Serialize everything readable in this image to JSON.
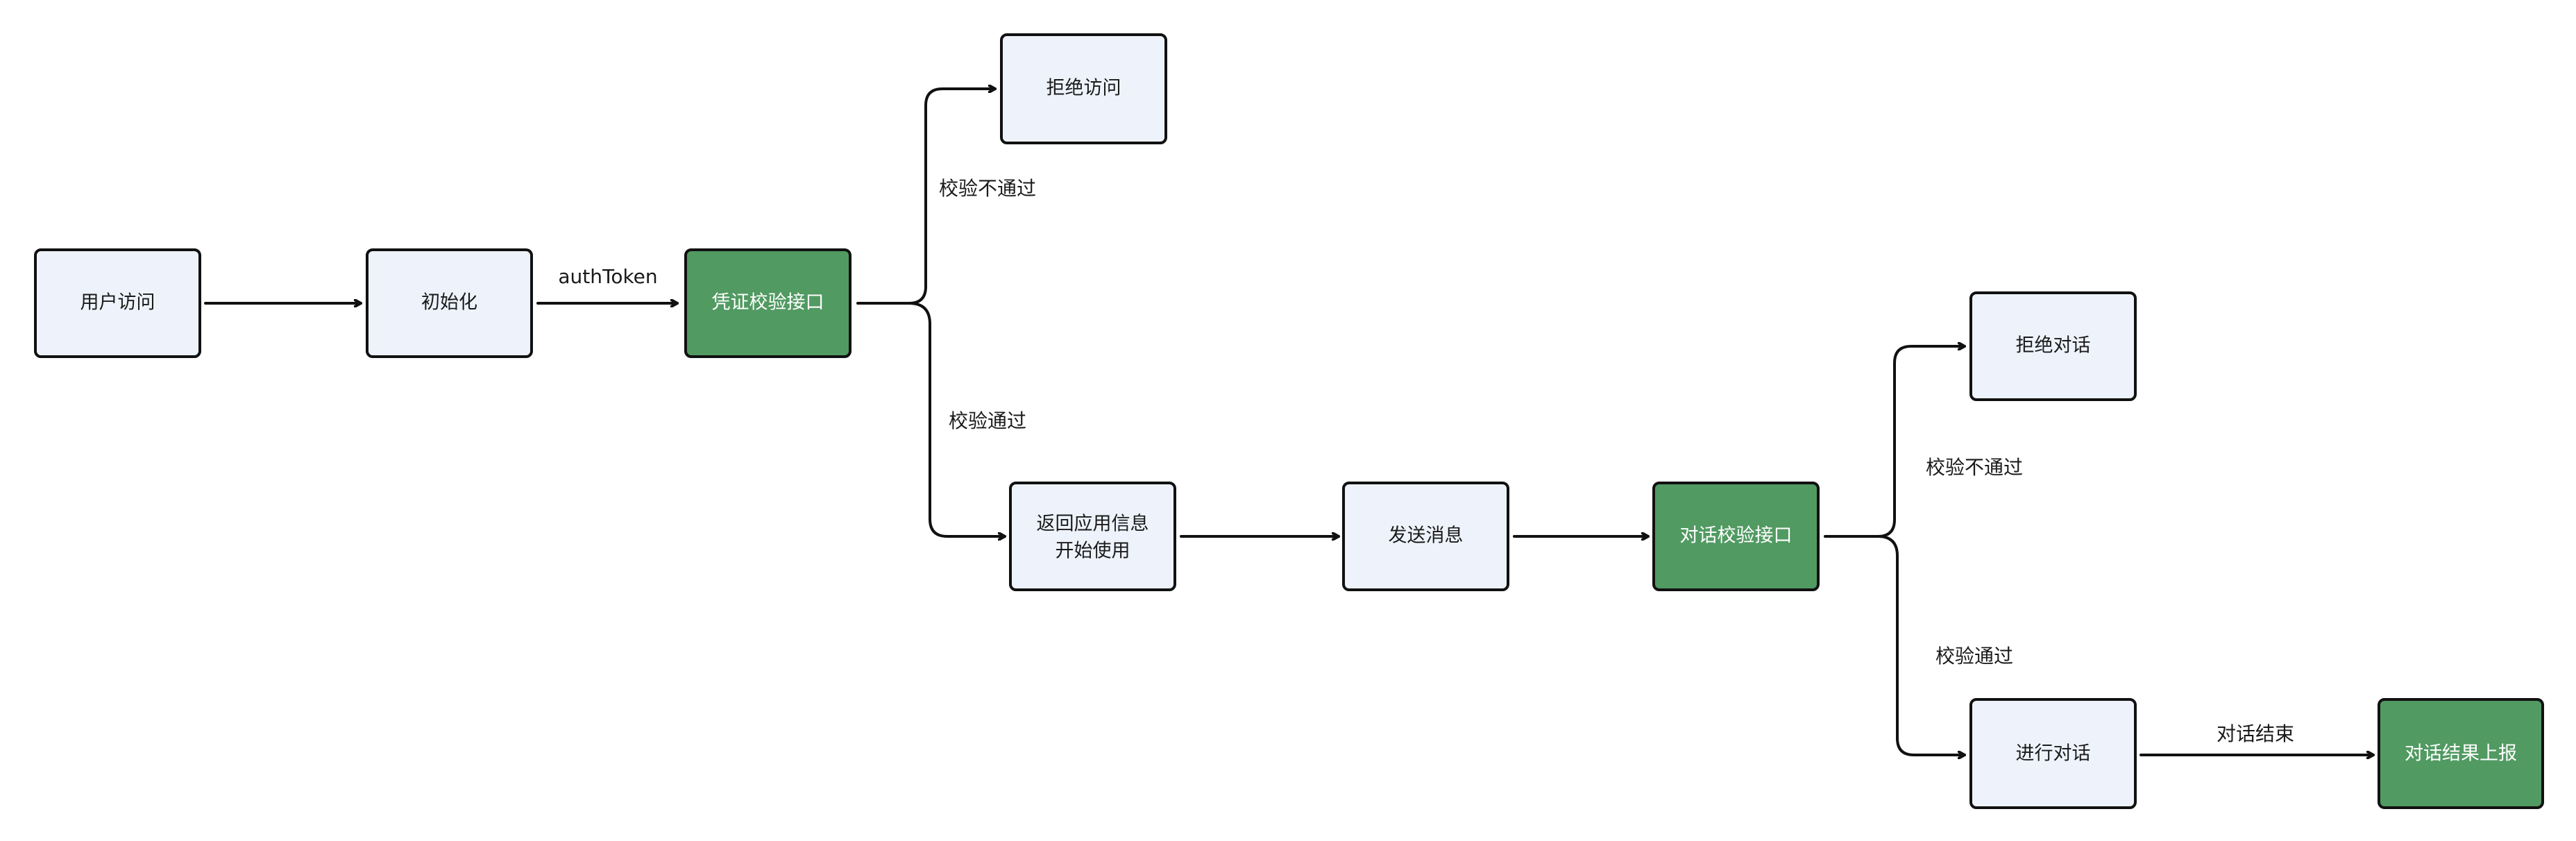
{
  "colors": {
    "node_light_fill": "#eef3fb",
    "node_green_fill": "#519a62",
    "stroke": "#111111"
  },
  "nodes": {
    "user_visit": {
      "label": "用户访问",
      "style": "light"
    },
    "init": {
      "label": "初始化",
      "style": "light"
    },
    "credential_check": {
      "label": "凭证校验接口",
      "style": "green"
    },
    "deny_access": {
      "label": "拒绝访问",
      "style": "light"
    },
    "return_info": {
      "line1": "返回应用信息",
      "line2": "开始使用",
      "style": "light"
    },
    "send_message": {
      "label": "发送消息",
      "style": "light"
    },
    "dialog_check": {
      "label": "对话校验接口",
      "style": "green"
    },
    "deny_dialog": {
      "label": "拒绝对话",
      "style": "light"
    },
    "in_dialog": {
      "label": "进行对话",
      "style": "light"
    },
    "report_result": {
      "label": "对话结果上报",
      "style": "green"
    }
  },
  "edges": {
    "init_to_check": {
      "label": "authToken"
    },
    "check_fail": {
      "label": "校验不通过"
    },
    "check_pass": {
      "label": "校验通过"
    },
    "dialog_fail": {
      "label": "校验不通过"
    },
    "dialog_pass": {
      "label": "校验通过"
    },
    "dialog_end": {
      "label": "对话结束"
    }
  }
}
